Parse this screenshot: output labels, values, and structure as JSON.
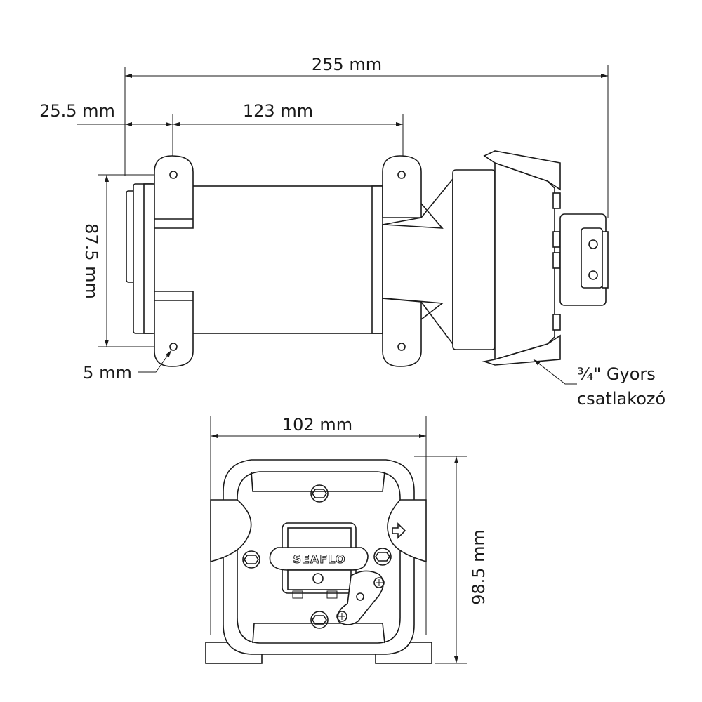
{
  "dimensions": {
    "overall_length": "255 mm",
    "end_to_first_mount": "25.5 mm",
    "mount_spacing": "123 mm",
    "mount_height": "87.5 mm",
    "hole_diameter": "5 mm",
    "front_width": "102 mm",
    "front_height": "98.5 mm"
  },
  "callout": {
    "line1": "¾\" Gyors",
    "line2": "csatlakozó"
  },
  "brand_logo": "SEAFLO"
}
